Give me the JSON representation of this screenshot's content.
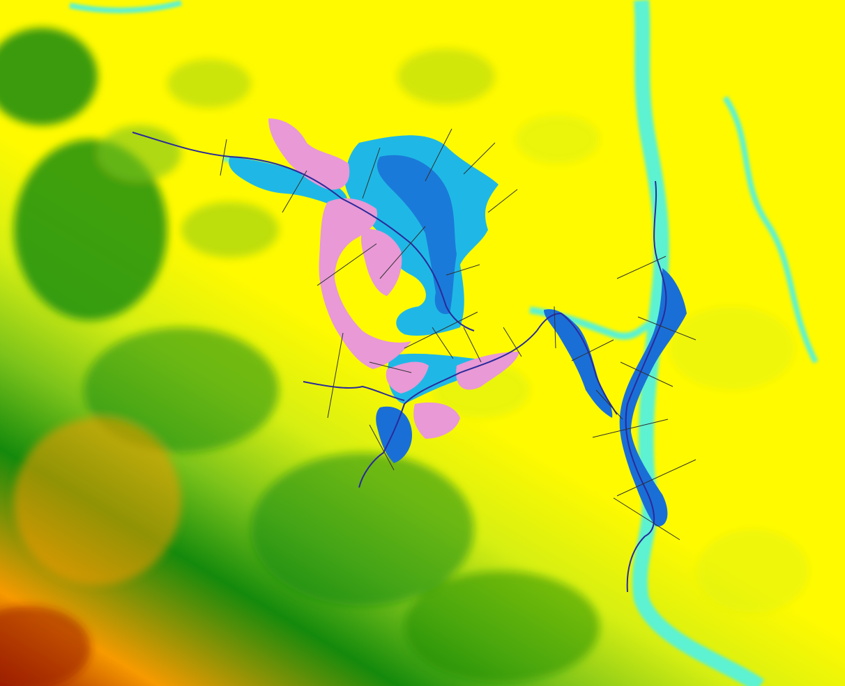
{
  "map": {
    "layers": [
      {
        "id": "elevation",
        "name": "",
        "kind": "raster"
      },
      {
        "id": "flood-extent",
        "name": "",
        "kind": "polygon"
      },
      {
        "id": "buildings",
        "name": "",
        "kind": "polygon"
      },
      {
        "id": "river-centerline",
        "name": "",
        "kind": "polyline"
      },
      {
        "id": "cross-sections",
        "name": "",
        "kind": "polyline"
      }
    ],
    "colors": {
      "elevation_low": "#fffa00",
      "elevation_mid_low": "#d6ef12",
      "elevation_mid": "#7cc31a",
      "elevation_high": "#148a0c",
      "elevation_higher": "#f79a00",
      "elevation_peak": "#9c1a00",
      "stream_lowland": "#5cf2d2",
      "flood_shallow": "#1fb8e6",
      "flood_deep": "#1a6fd6",
      "buildings": "#e899d6",
      "centerline": "#2a2a9a",
      "cross_section": "#303030"
    }
  }
}
